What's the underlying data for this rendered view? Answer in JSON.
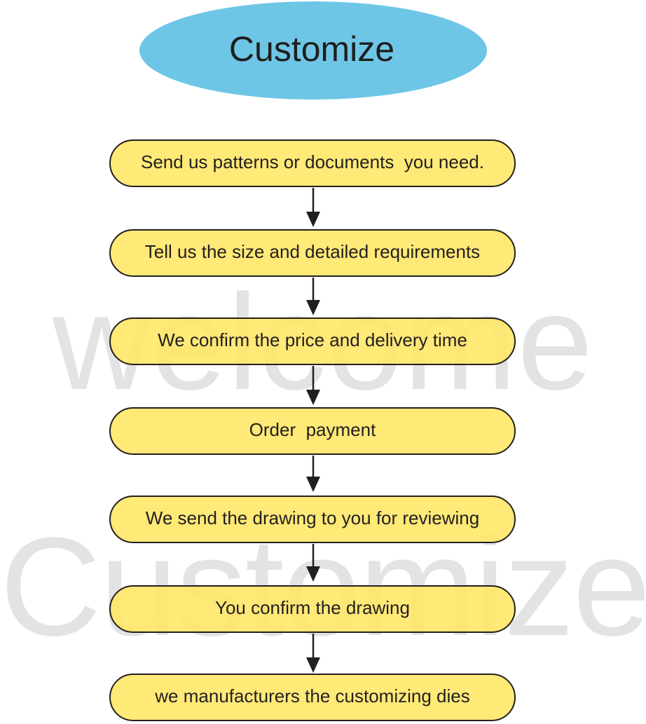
{
  "title": "Customize",
  "watermark": {
    "line1": "welcome",
    "line2": "Customize"
  },
  "steps": [
    "Send us patterns or documents  you need.",
    "Tell us the size and detailed requirements",
    "We confirm the price and delivery time",
    "Order  payment",
    "We send the drawing to you for reviewing",
    "You confirm the drawing",
    "we manufacturers the customizing dies"
  ],
  "colors": {
    "title_fill": "#6ec6e6",
    "step_fill": "#ffe664",
    "outline": "#231f20",
    "watermark": "#e3e3e3"
  }
}
